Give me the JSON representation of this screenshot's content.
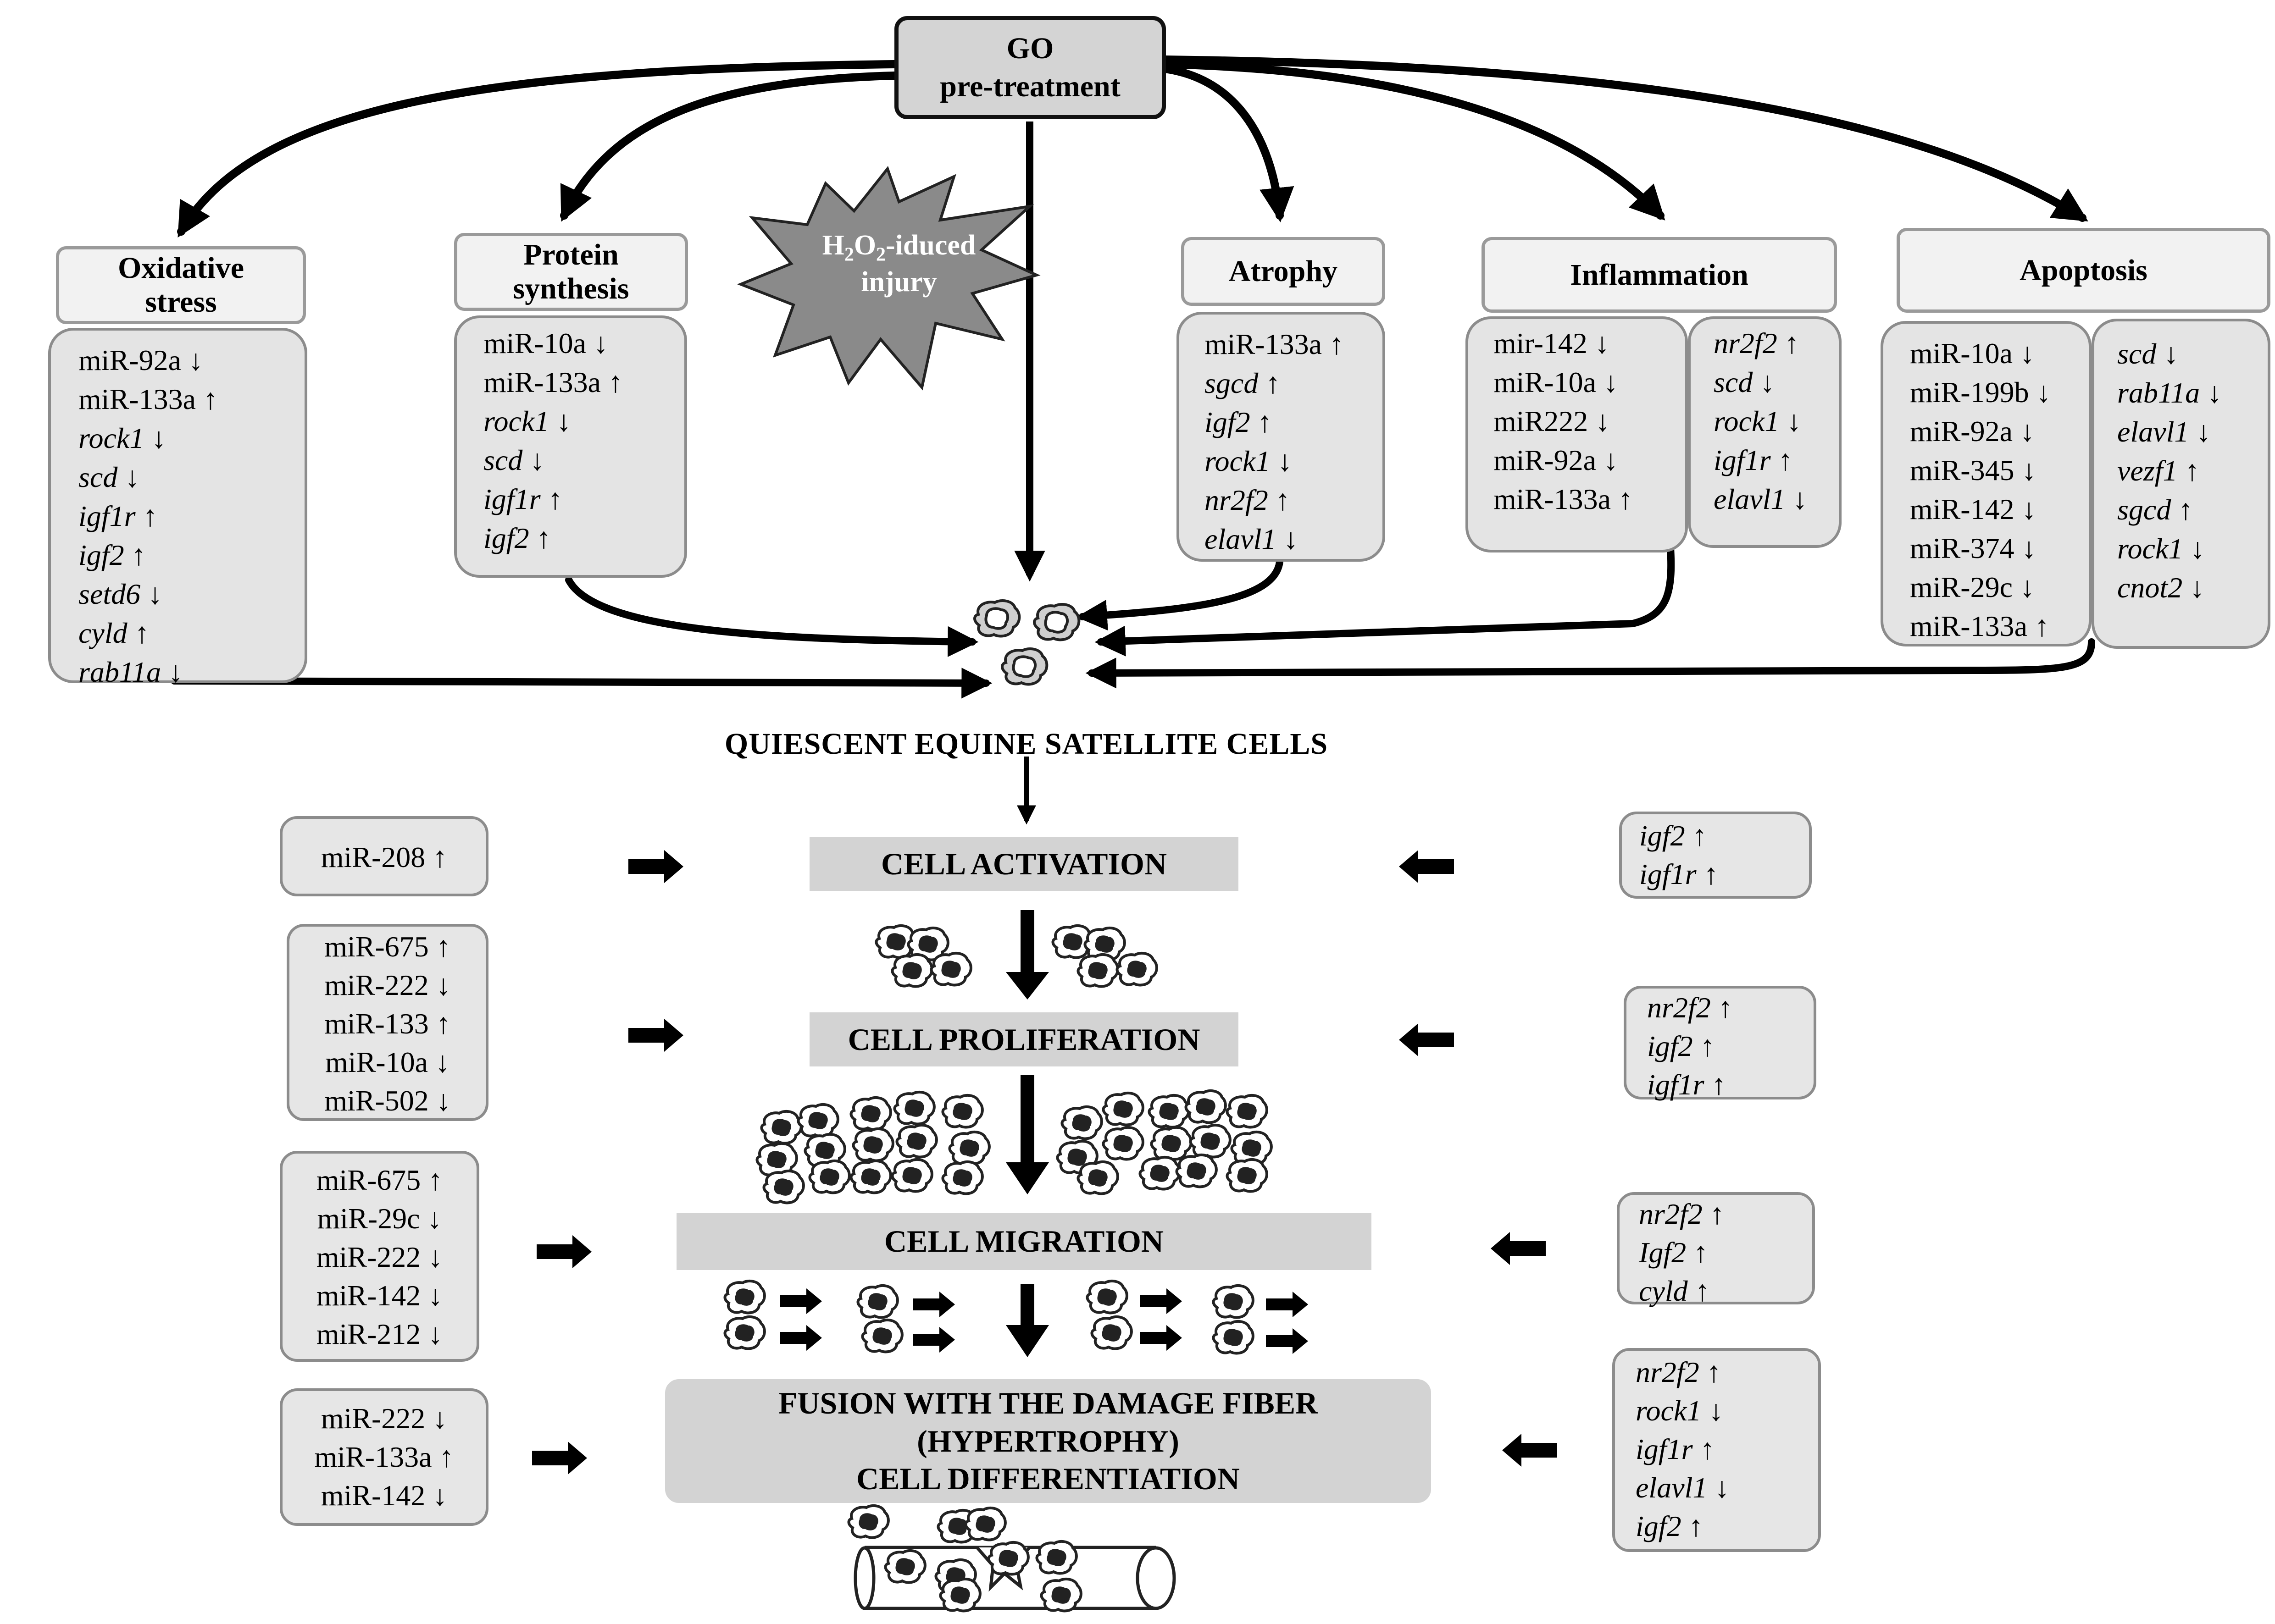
{
  "go": {
    "line1": "GO",
    "line2": "pre-treatment"
  },
  "injury": {
    "h": "H",
    "sub2a": "2",
    "o": "O",
    "sub2b": "2",
    "rest": "-iduced",
    "line2": "injury"
  },
  "categories": {
    "oxidative": {
      "line1": "Oxidative",
      "line2": "stress"
    },
    "protein": {
      "line1": "Protein",
      "line2": "synthesis"
    },
    "atrophy": "Atrophy",
    "inflammation": "Inflammation",
    "apoptosis": "Apoptosis"
  },
  "lists": {
    "oxidative": [
      {
        "t": "miR-92a",
        "a": "↓",
        "g": false
      },
      {
        "t": "miR-133a",
        "a": "↑",
        "g": false
      },
      {
        "t": "rock1",
        "a": "↓",
        "g": true
      },
      {
        "t": "scd",
        "a": "↓",
        "g": true
      },
      {
        "t": "igf1r",
        "a": "↑",
        "g": true
      },
      {
        "t": "igf2",
        "a": "↑",
        "g": true
      },
      {
        "t": "setd6",
        "a": "↓",
        "g": true
      },
      {
        "t": "cyld",
        "a": " ↑",
        "g": true
      },
      {
        "t": "rab11a",
        "a": "↓",
        "g": true
      }
    ],
    "protein": [
      {
        "t": "miR-10a",
        "a": "↓",
        "g": false
      },
      {
        "t": "miR-133a",
        "a": "↑",
        "g": false
      },
      {
        "t": "rock1",
        "a": "↓",
        "g": true
      },
      {
        "t": "scd",
        "a": " ↓",
        "g": true
      },
      {
        "t": "igf1r",
        "a": "↑",
        "g": true
      },
      {
        "t": "igf2",
        "a": "↑",
        "g": true
      }
    ],
    "atrophy": [
      {
        "t": "miR-133a",
        "a": "↑",
        "g": false
      },
      {
        "t": "sgcd",
        "a": "↑",
        "g": true
      },
      {
        "t": "igf2",
        "a": "↑",
        "g": true
      },
      {
        "t": "rock1",
        "a": "↓",
        "g": true
      },
      {
        "t": "nr2f2",
        "a": "↑",
        "g": true
      },
      {
        "t": "elavl1",
        "a": "↓",
        "g": true
      }
    ],
    "inflammation_mir": [
      {
        "t": "mir-142",
        "a": "↓",
        "g": false
      },
      {
        "t": "miR-10a",
        "a": "↓",
        "g": false
      },
      {
        "t": "miR222",
        "a": "↓",
        "g": false
      },
      {
        "t": "miR-92a",
        "a": "↓",
        "g": false
      },
      {
        "t": "miR-133a",
        "a": "↑",
        "g": false
      }
    ],
    "inflammation_gene": [
      {
        "t": "nr2f2",
        "a": "↑",
        "g": true
      },
      {
        "t": "scd",
        "a": " ↓",
        "g": true
      },
      {
        "t": "rock1",
        "a": "↓",
        "g": true
      },
      {
        "t": "igf1r",
        "a": "↑",
        "g": true
      },
      {
        "t": "elavl1",
        "a": "↓",
        "g": true
      }
    ],
    "apoptosis_mir": [
      {
        "t": "miR-10a",
        "a": "↓",
        "g": false
      },
      {
        "t": "miR-199b",
        "a": "↓",
        "g": false
      },
      {
        "t": "miR-92a",
        "a": "↓",
        "g": false
      },
      {
        "t": "miR-345",
        "a": "↓",
        "g": false
      },
      {
        "t": "miR-142",
        "a": "↓",
        "g": false
      },
      {
        "t": "miR-374",
        "a": "↓",
        "g": false
      },
      {
        "t": "miR-29c",
        "a": "↓",
        "g": false
      },
      {
        "t": "miR-133a",
        "a": "↑",
        "g": false
      }
    ],
    "apoptosis_gene": [
      {
        "t": "scd",
        "a": "↓",
        "g": true
      },
      {
        "t": "rab11a",
        "a": "↓",
        "g": true
      },
      {
        "t": "elavl1",
        "a": "↓",
        "g": true
      },
      {
        "t": "vezf1",
        "a": "↑",
        "g": true
      },
      {
        "t": "sgcd",
        "a": "↑",
        "g": true
      },
      {
        "t": "rock1",
        "a": "↓",
        "g": true
      },
      {
        "t": "cnot2",
        "a": "↓",
        "g": true
      }
    ]
  },
  "quiescent_caption": "QUIESCENT EQUINE SATELLITE CELLS",
  "stages": {
    "activation": "CELL ACTIVATION",
    "proliferation": "CELL PROLIFERATION",
    "migration": "CELL MIGRATION",
    "fusion": {
      "line1": "FUSION WITH THE DAMAGE FIBER",
      "line2": "(HYPERTROPHY)",
      "line3": "CELL DIFFERENTIATION"
    }
  },
  "left_boxes": {
    "activation": [
      {
        "t": "miR-208",
        "a": "↑",
        "g": false
      }
    ],
    "proliferation": [
      {
        "t": "miR-675",
        "a": "↑",
        "g": false
      },
      {
        "t": "miR-222",
        "a": "↓",
        "g": false
      },
      {
        "t": "miR-133",
        "a": "↑",
        "g": false
      },
      {
        "t": "miR-10a",
        "a": "↓",
        "g": false
      },
      {
        "t": "miR-502",
        "a": "↓",
        "g": false
      }
    ],
    "migration": [
      {
        "t": "miR-675",
        "a": "↑",
        "g": false
      },
      {
        "t": "miR-29c",
        "a": "↓",
        "g": false
      },
      {
        "t": "miR-222",
        "a": "↓",
        "g": false
      },
      {
        "t": "miR-142",
        "a": "↓",
        "g": false
      },
      {
        "t": "miR-212",
        "a": "↓",
        "g": false
      }
    ],
    "fusion": [
      {
        "t": "miR-222",
        "a": "↓",
        "g": false
      },
      {
        "t": "miR-133a",
        "a": "↑",
        "g": false
      },
      {
        "t": "miR-142",
        "a": "↓",
        "g": false
      }
    ]
  },
  "right_boxes": {
    "activation": [
      {
        "t": "igf2",
        "a": "↑",
        "g": true
      },
      {
        "t": "igf1r",
        "a": "↑",
        "g": true
      }
    ],
    "proliferation": [
      {
        "t": "nr2f2",
        "a": "↑",
        "g": true
      },
      {
        "t": "igf2",
        "a": "↑",
        "g": true
      },
      {
        "t": "igf1r",
        "a": "↑",
        "g": true
      }
    ],
    "migration": [
      {
        "t": "nr2f2",
        "a": "↑",
        "g": true
      },
      {
        "t": "Igf2",
        "a": "↑",
        "g": true
      },
      {
        "t": "cyld",
        "a": "↑",
        "g": true
      }
    ],
    "fusion": [
      {
        "t": "nr2f2",
        "a": "↑",
        "g": true
      },
      {
        "t": "rock1",
        "a": "↓",
        "g": true
      },
      {
        "t": "igf1r",
        "a": "↑",
        "g": true
      },
      {
        "t": "elavl1",
        "a": "↓",
        "g": true
      },
      {
        "t": "igf2",
        "a": "↑",
        "g": true
      }
    ]
  },
  "colors": {
    "stage_fill": "#d3d3d3",
    "list_fill": "#e4e4e4",
    "header_fill": "#f2f2f2",
    "go_fill": "#d4d4d4",
    "injury_fill": "#8a8a8a",
    "arrow": "#000000"
  }
}
